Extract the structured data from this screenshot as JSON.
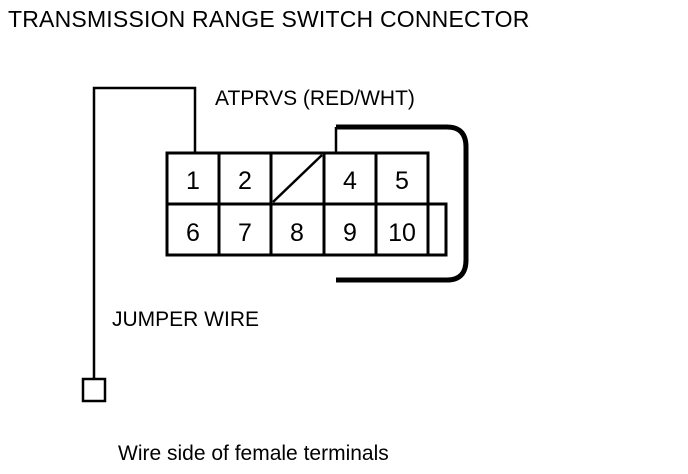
{
  "page": {
    "title": "TRANSMISSION RANGE SWITCH CONNECTOR",
    "background_color": "#ffffff",
    "line_color": "#000000"
  },
  "labels": {
    "signal": "ATPRVS (RED/WHT)",
    "jumper_wire": "JUMPER WIRE",
    "caption": "Wire side of female terminals"
  },
  "connector": {
    "name": "Transmission Range Switch Connector",
    "view": "Wire side of female terminals",
    "top_row": [
      {
        "pin": "1"
      },
      {
        "pin": "2"
      },
      {
        "pin": "",
        "blanked": true
      },
      {
        "pin": "4"
      },
      {
        "pin": "5"
      }
    ],
    "bottom_row": [
      {
        "pin": "6"
      },
      {
        "pin": "7"
      },
      {
        "pin": "8"
      },
      {
        "pin": "9"
      },
      {
        "pin": "10"
      },
      {
        "pin": "",
        "blanked": false
      }
    ]
  },
  "wiring": {
    "jumper_from_pin": "1",
    "signal_to_pin": "4",
    "signal_name": "ATPRVS",
    "wire_color": "RED/WHT"
  }
}
